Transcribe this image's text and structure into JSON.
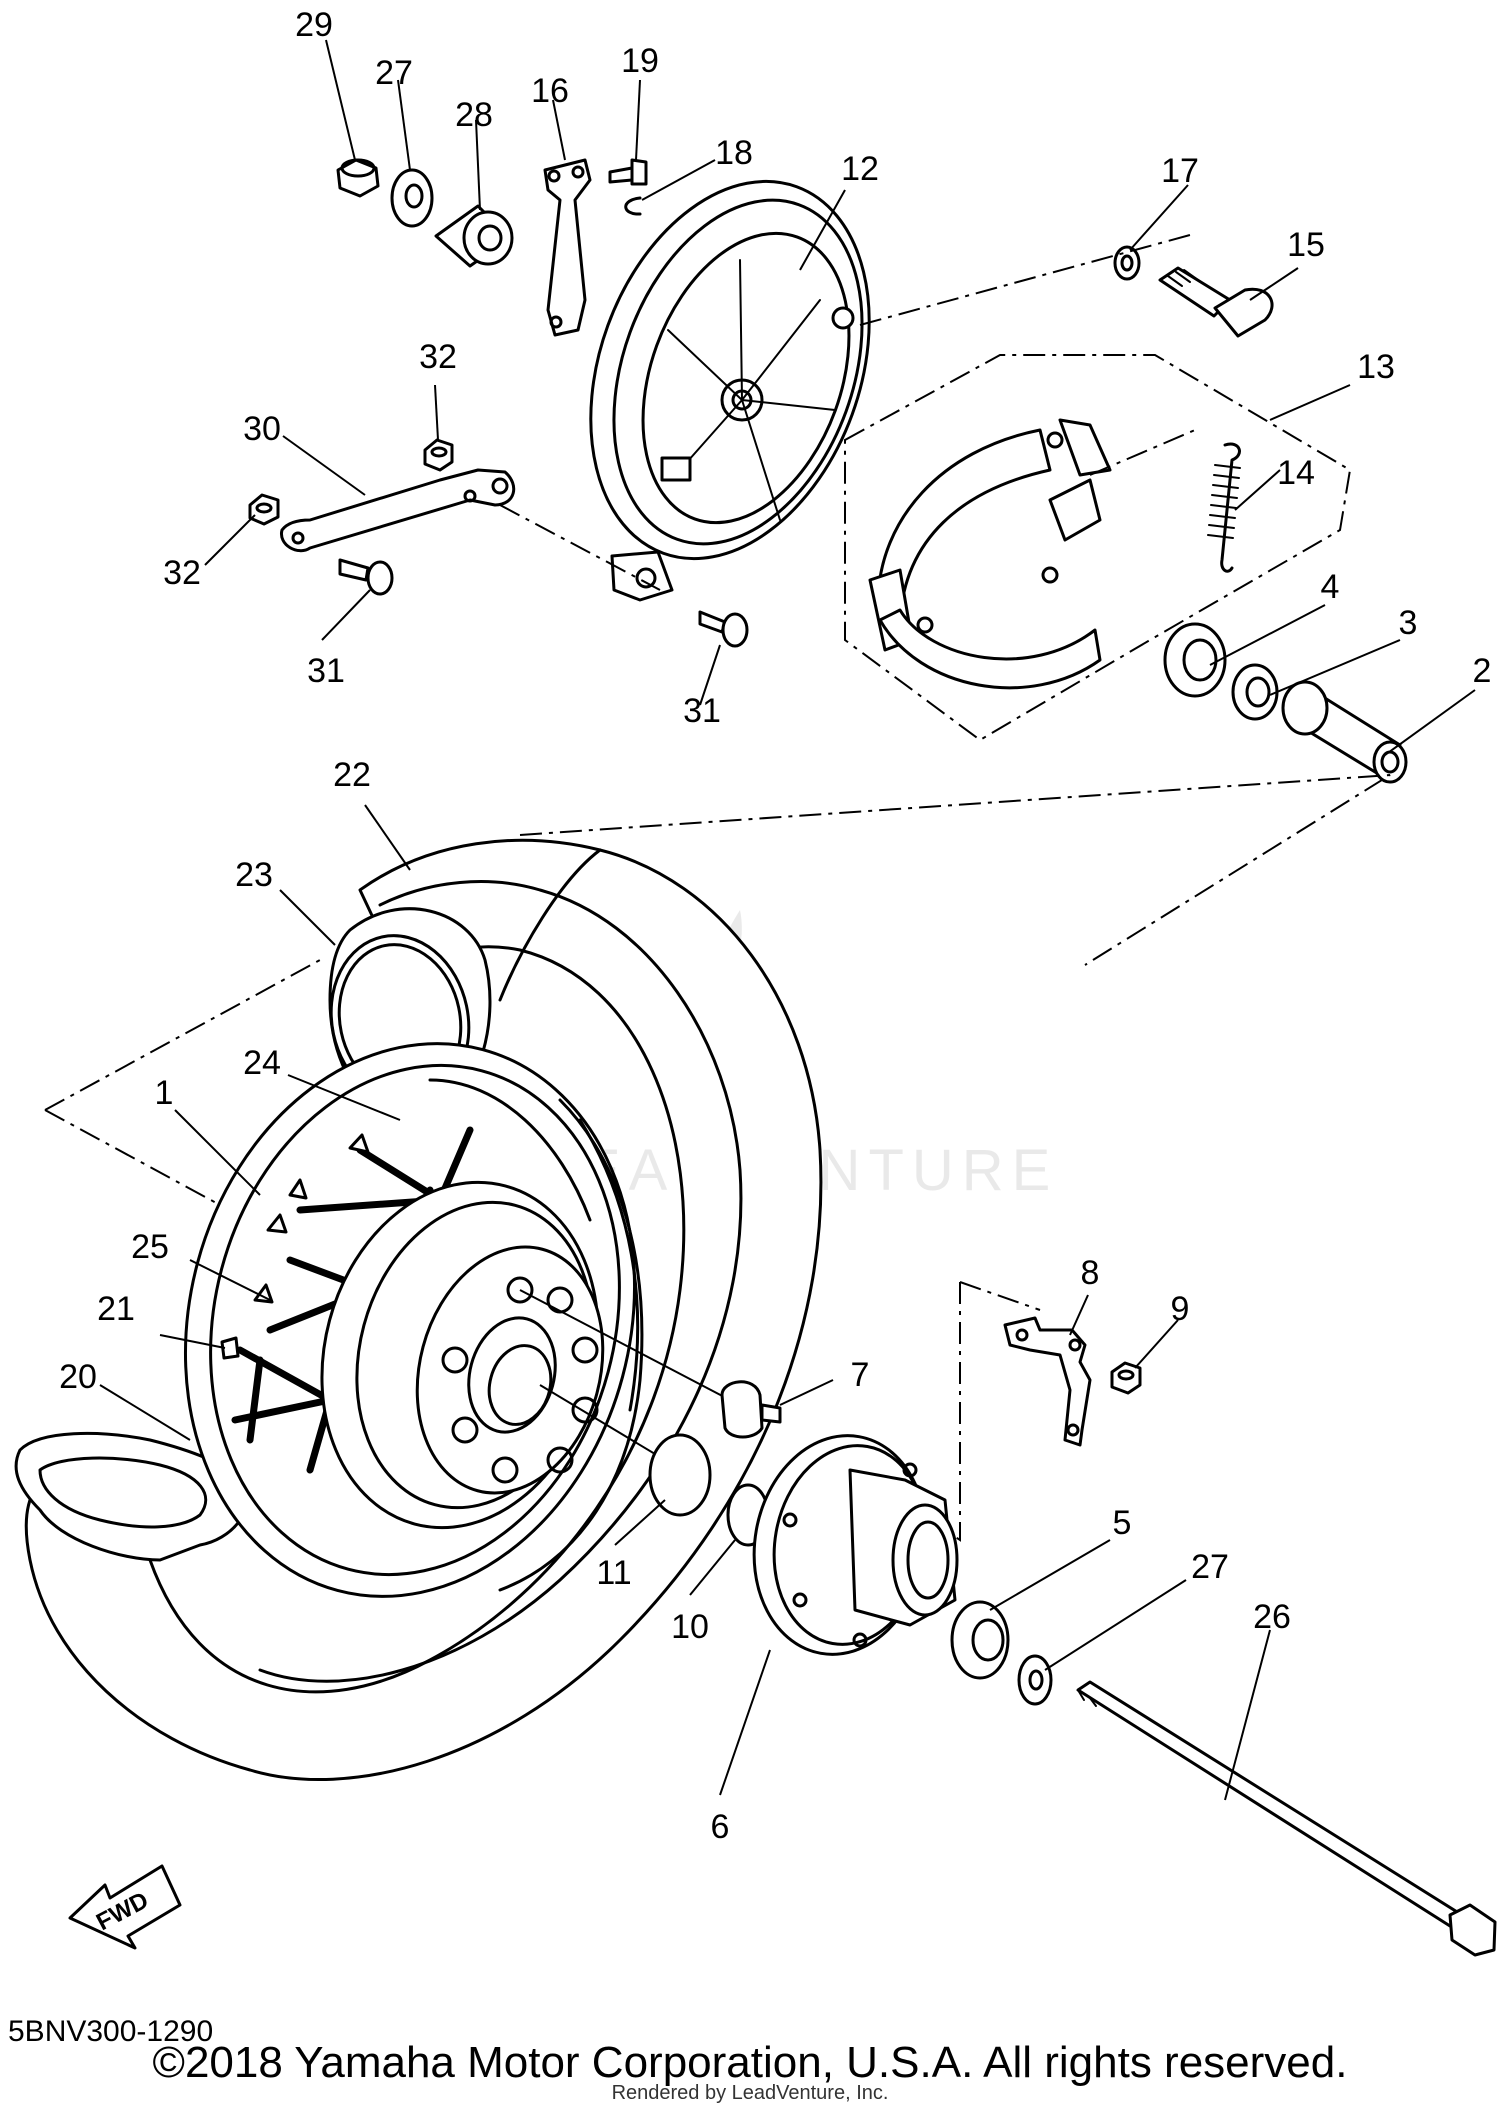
{
  "diagram": {
    "callouts": [
      {
        "id": "29",
        "label": "29"
      },
      {
        "id": "27a",
        "label": "27"
      },
      {
        "id": "28",
        "label": "28"
      },
      {
        "id": "16",
        "label": "16"
      },
      {
        "id": "19",
        "label": "19"
      },
      {
        "id": "18",
        "label": "18"
      },
      {
        "id": "12",
        "label": "12"
      },
      {
        "id": "17",
        "label": "17"
      },
      {
        "id": "15",
        "label": "15"
      },
      {
        "id": "13",
        "label": "13"
      },
      {
        "id": "14",
        "label": "14"
      },
      {
        "id": "32a",
        "label": "32"
      },
      {
        "id": "30",
        "label": "30"
      },
      {
        "id": "32b",
        "label": "32"
      },
      {
        "id": "31a",
        "label": "31"
      },
      {
        "id": "31b",
        "label": "31"
      },
      {
        "id": "4",
        "label": "4"
      },
      {
        "id": "3",
        "label": "3"
      },
      {
        "id": "2",
        "label": "2"
      },
      {
        "id": "22",
        "label": "22"
      },
      {
        "id": "23",
        "label": "23"
      },
      {
        "id": "24",
        "label": "24"
      },
      {
        "id": "1",
        "label": "1"
      },
      {
        "id": "25",
        "label": "25"
      },
      {
        "id": "21",
        "label": "21"
      },
      {
        "id": "20",
        "label": "20"
      },
      {
        "id": "8",
        "label": "8"
      },
      {
        "id": "9",
        "label": "9"
      },
      {
        "id": "7",
        "label": "7"
      },
      {
        "id": "5",
        "label": "5"
      },
      {
        "id": "27b",
        "label": "27"
      },
      {
        "id": "26",
        "label": "26"
      },
      {
        "id": "11",
        "label": "11"
      },
      {
        "id": "10",
        "label": "10"
      },
      {
        "id": "6",
        "label": "6"
      }
    ],
    "fwd_label": "FWD",
    "watermark_brand": "LEADVENTURE"
  },
  "footer": {
    "part_code": "5BNV300-1290",
    "copyright": "©2018 Yamaha Motor Corporation, U.S.A. All rights reserved.",
    "rendered_by": "Rendered by LeadVenture, Inc."
  }
}
